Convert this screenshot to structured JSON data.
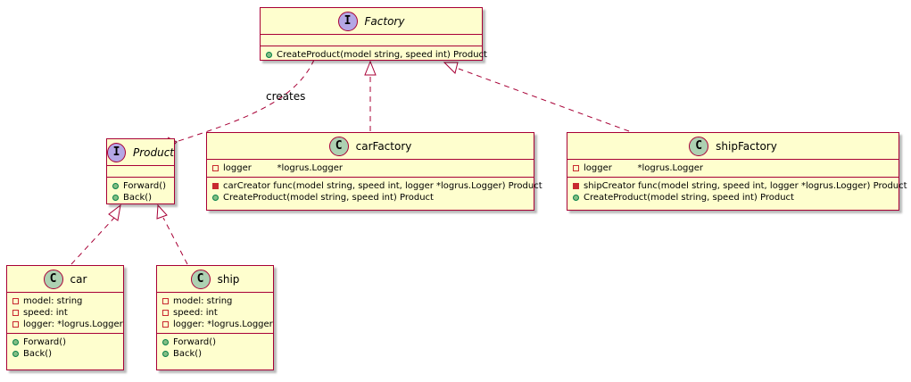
{
  "classes": {
    "factory": {
      "name": "Factory",
      "stereotype": "I",
      "fields": [],
      "methods": [
        {
          "vis": "public",
          "text": "CreateProduct(model string, speed int) Product"
        }
      ]
    },
    "product": {
      "name": "Product",
      "stereotype": "I",
      "fields": [],
      "methods": [
        {
          "vis": "public",
          "text": "Forward()"
        },
        {
          "vis": "public",
          "text": "Back()"
        }
      ]
    },
    "carFactory": {
      "name": "carFactory",
      "stereotype": "C",
      "fields": [
        {
          "vis": "private",
          "text": "logger         *logrus.Logger"
        }
      ],
      "methods": [
        {
          "vis": "private",
          "text": "carCreator func(model string, speed int, logger *logrus.Logger) Product"
        },
        {
          "vis": "public",
          "text": "CreateProduct(model string, speed int) Product"
        }
      ]
    },
    "shipFactory": {
      "name": "shipFactory",
      "stereotype": "C",
      "fields": [
        {
          "vis": "private",
          "text": "logger         *logrus.Logger"
        }
      ],
      "methods": [
        {
          "vis": "private",
          "text": "shipCreator func(model string, speed int, logger *logrus.Logger) Product"
        },
        {
          "vis": "public",
          "text": "CreateProduct(model string, speed int) Product"
        }
      ]
    },
    "car": {
      "name": "car",
      "stereotype": "C",
      "fields": [
        {
          "vis": "private",
          "text": "model: string"
        },
        {
          "vis": "private",
          "text": "speed: int"
        },
        {
          "vis": "private",
          "text": "logger: *logrus.Logger"
        }
      ],
      "methods": [
        {
          "vis": "public",
          "text": "Forward()"
        },
        {
          "vis": "public",
          "text": "Back()"
        }
      ]
    },
    "ship": {
      "name": "ship",
      "stereotype": "C",
      "fields": [
        {
          "vis": "private",
          "text": "model: string"
        },
        {
          "vis": "private",
          "text": "speed: int"
        },
        {
          "vis": "private",
          "text": "logger: *logrus.Logger"
        }
      ],
      "methods": [
        {
          "vis": "public",
          "text": "Forward()"
        },
        {
          "vis": "public",
          "text": "Back()"
        }
      ]
    }
  },
  "edges": [
    {
      "from": "factory",
      "to": "product",
      "type": "dependency",
      "label": "creates"
    },
    {
      "from": "carFactory",
      "to": "factory",
      "type": "realization",
      "label": ""
    },
    {
      "from": "shipFactory",
      "to": "factory",
      "type": "realization",
      "label": ""
    },
    {
      "from": "car",
      "to": "product",
      "type": "realization",
      "label": ""
    },
    {
      "from": "ship",
      "to": "product",
      "type": "realization",
      "label": ""
    }
  ],
  "colors": {
    "class_fill": "#FEFECE",
    "class_border": "#A80036",
    "interface_badge": "#B4A7E5",
    "class_badge": "#ADD1B2",
    "public_marker": "#84BE84",
    "private_marker": "#C82930"
  }
}
